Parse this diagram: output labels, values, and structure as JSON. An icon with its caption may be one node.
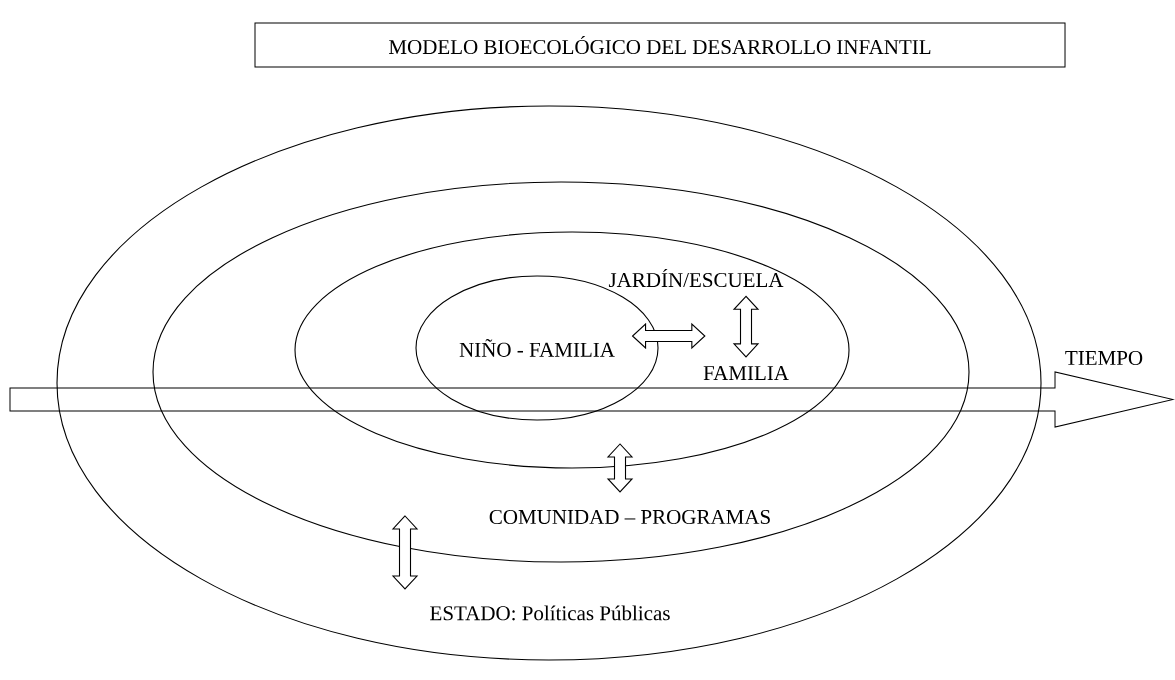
{
  "diagram": {
    "title": "MODELO BIOECOLÓGICO DEL DESARROLLO INFANTIL",
    "nodes": [
      {
        "text": [
          "ESTADO: Políticas Públicas"
        ]
      },
      {
        "text": [
          "COMUNIDAD – PROGRAMAS"
        ],
        "in": 0
      },
      {
        "text": [],
        "shape": "ellipse",
        "in": 1
      },
      {
        "text": [
          "JARDÍN/ESCUELA"
        ],
        "in": 2
      },
      {
        "text": [
          "NIÑO - FAMILIA"
        ],
        "in": 2
      },
      {
        "text": [
          "FAMILIA"
        ],
        "in": 2
      }
    ],
    "edges": [
      {
        "from": 4,
        "to": 5,
        "arrow": "both"
      },
      {
        "from": 3,
        "to": 5,
        "arrow": "both"
      }
    ],
    "labels": [
      "TIEMPO"
    ]
  }
}
